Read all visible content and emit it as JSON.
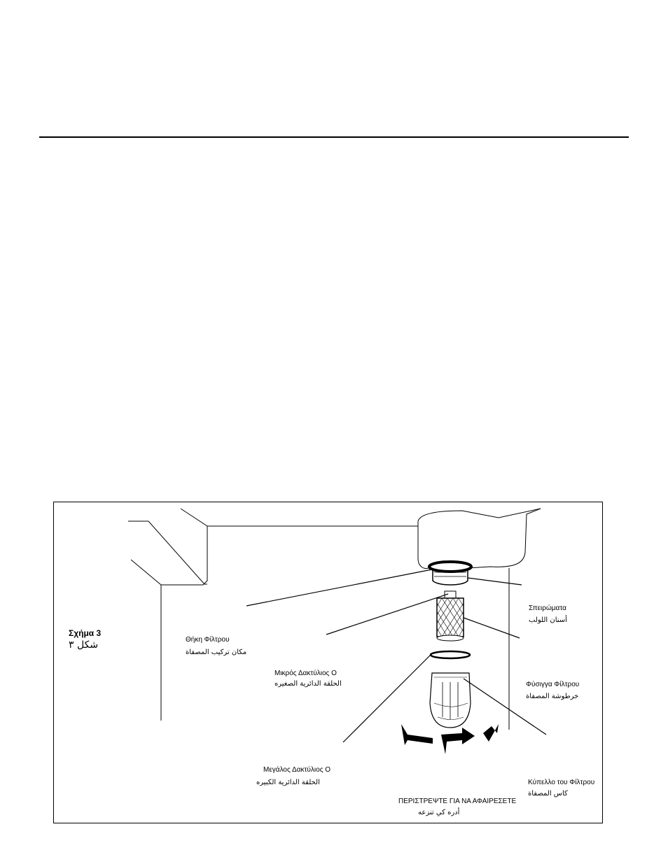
{
  "figure": {
    "title_greek": "Σχήμα 3",
    "title_arabic": "شكل ٣",
    "labels": {
      "filter_housing_gr": "Θήκη Φίλτρου",
      "filter_housing_ar": "مكان تركيب المصفاة",
      "small_oring_gr": "Μικρός Δακτύλιος O",
      "small_oring_ar": "الحلقة الدائرية الصغيره",
      "large_oring_gr": "Μεγάλος Δακτύλιος O",
      "large_oring_ar": "الحلقة الدائرية الكبيره",
      "threads_gr": "Σπειρώματα",
      "threads_ar": "أسنان اللولب",
      "filter_cartridge_gr": "Φύσιγγα Φίλτρου",
      "filter_cartridge_ar": "خرطوشة المصفاة",
      "filter_bowl_gr": "Κύπελλο του Φίλτρου",
      "filter_bowl_ar": "كاس المصفاة",
      "rotate_gr": "ΠΕΡΙΣΤΡΕΨΤΕ ΓΙΑ ΝΑ ΑΦΑΙΡΕΣΕΤΕ",
      "rotate_ar": "أدره كي تنزعه"
    }
  }
}
